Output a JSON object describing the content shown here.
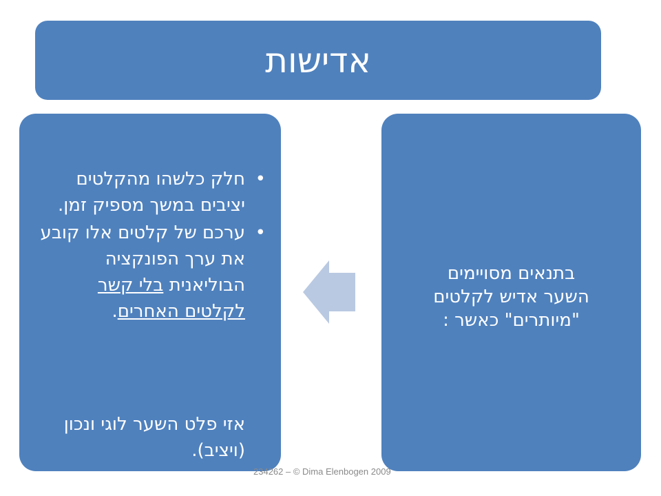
{
  "title": "אדישות",
  "condition": {
    "line1": "בתנאים מסויימים",
    "line2": "השער אדיש לקלטים",
    "line3": "\"מיותרים\" כאשר :"
  },
  "bullets": [
    {
      "text": "חלק כלשהו מהקלטים יציבים במשך מספיק זמן."
    },
    {
      "text_before": "ערכם של קלטים אלו קובע את ערך הפונקציה הבוליאנית ",
      "text_underlined": "בלי קשר לקלטים האחרים",
      "text_after": "."
    }
  ],
  "conclusion": "אזי פלט השער לוגי ונכון (ויציב).",
  "footer": "234262 – © Dima Elenbogen 2009",
  "colors": {
    "box": "#4f81bd",
    "arrow": "#b9c9e2",
    "text": "#ffffff"
  },
  "icons": {
    "arrow": "left-arrow-icon"
  }
}
